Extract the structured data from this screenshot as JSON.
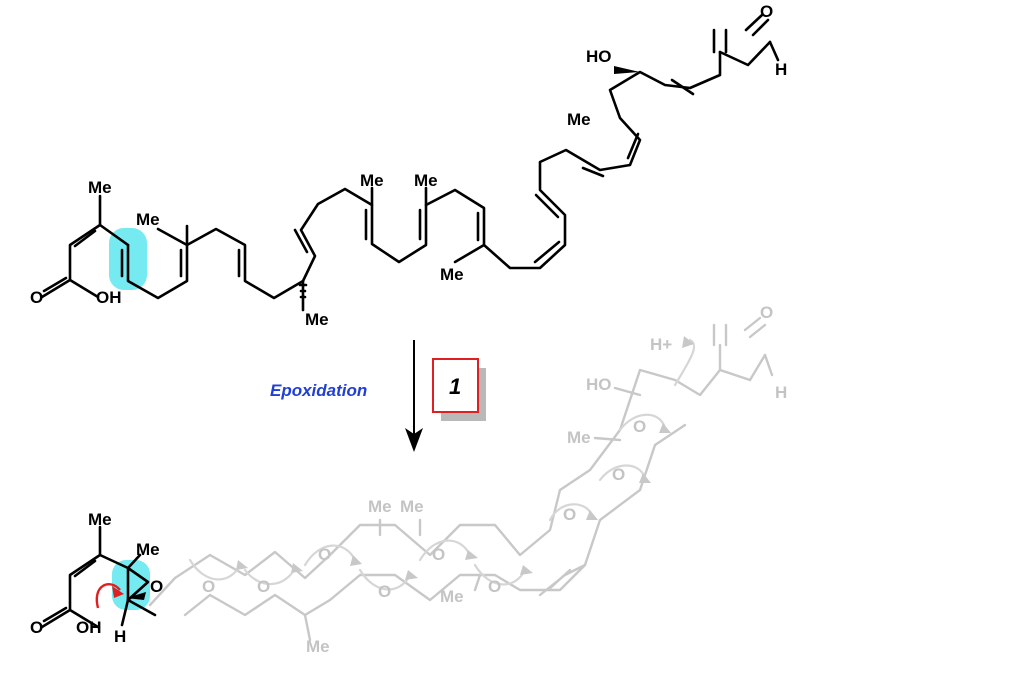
{
  "labels": {
    "top_me_1": "Me",
    "top_me_2": "Me",
    "top_me_3": "Me",
    "top_me_4": "Me",
    "top_me_5": "Me",
    "top_me_6": "Me",
    "top_me_7": "Me",
    "top_o_acid": "O",
    "top_oh": "OH",
    "top_ho": "HO",
    "top_o_ald": "O",
    "top_h_ald": "H",
    "bot_me_1": "Me",
    "bot_me_2": "Me",
    "bot_o_acid": "O",
    "bot_oh": "OH",
    "bot_o_epox": "O",
    "bot_h": "H",
    "bot_me_g1": "Me",
    "bot_me_g2": "Me",
    "bot_me_g3": "Me",
    "bot_me_g4": "Me",
    "bot_me_g5": "Me",
    "bot_ho": "HO",
    "bot_hplus": "H+",
    "bot_o_ald": "O",
    "bot_h_ald": "H",
    "g_o": "O"
  },
  "reaction": {
    "arrow_label": "Epoxidation",
    "step_number": "1"
  },
  "colors": {
    "highlight": "#5ee6ef",
    "arrow_red": "#e02020",
    "label_blue": "#1f3fd6",
    "box_red": "#e02020",
    "faded": "#c8c8c8"
  }
}
